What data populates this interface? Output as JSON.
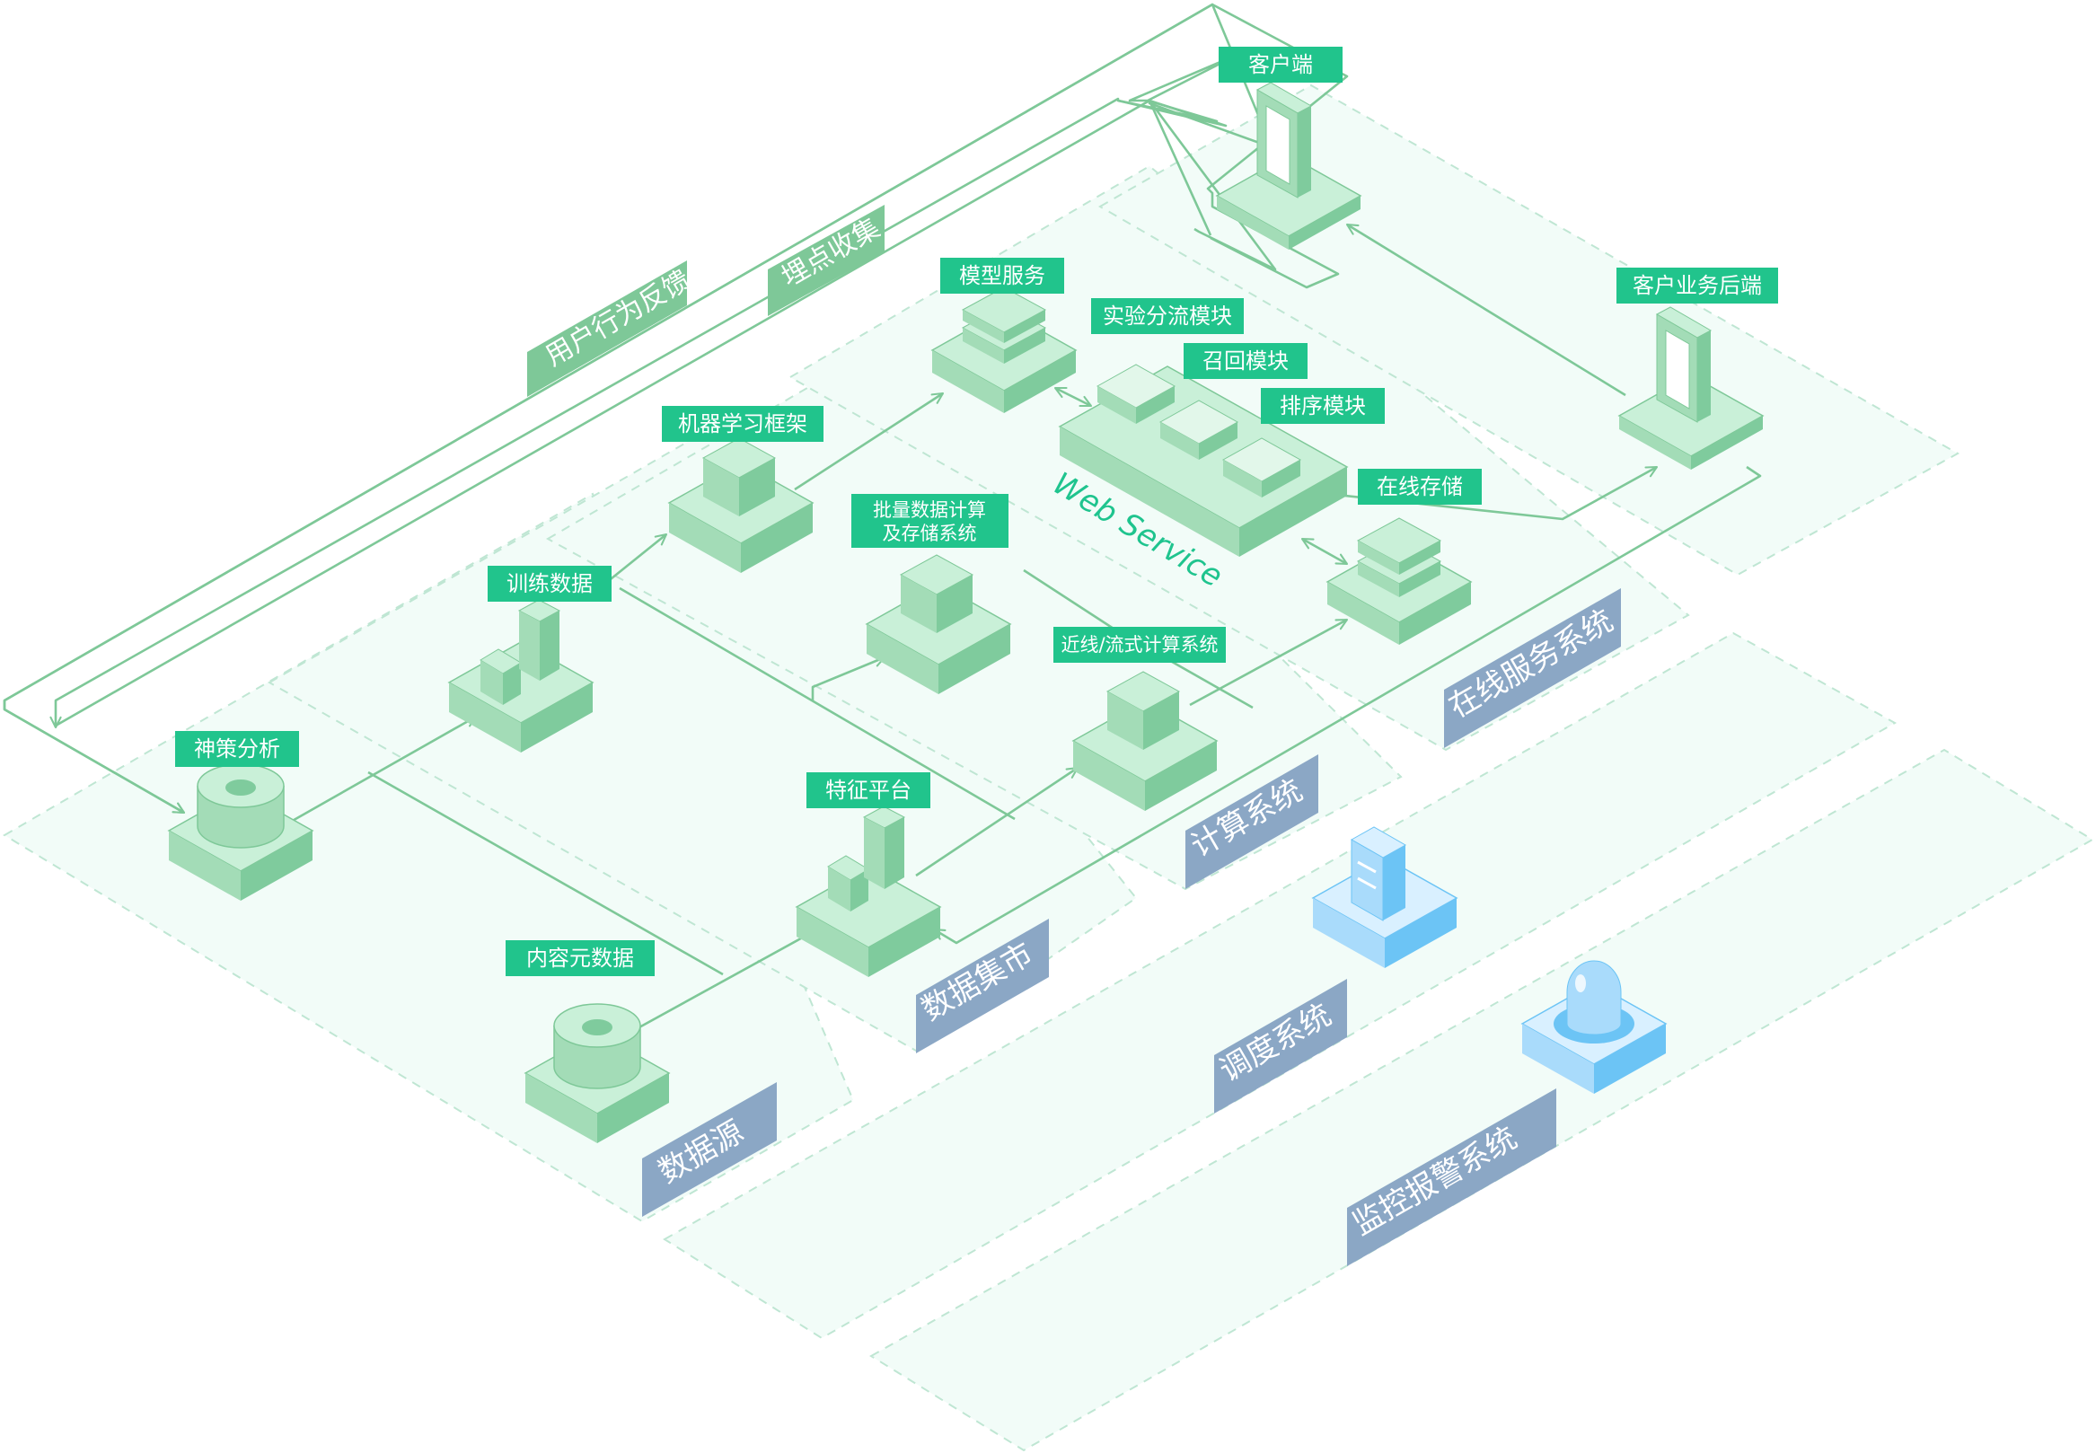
{
  "colors": {
    "line": "#7ec898",
    "zone_fill": "#f2fcf8",
    "zone_border": "#bfe6d3",
    "label_bg": "#21c48c",
    "system_label_bg": "#8ba7c5",
    "block_top": "#c9f0d8",
    "block_left": "#a3dcb7",
    "block_right": "#7fcb9d",
    "blue_top": "#d9f0ff",
    "blue_left": "#a9dbfb",
    "blue_right": "#6cc4f5"
  },
  "systems": {
    "data_source": "数据源",
    "data_mart": "数据集市",
    "compute": "计算系统",
    "online_service": "在线服务系统",
    "scheduler": "调度系统",
    "monitoring": "监控报警系统"
  },
  "flows": {
    "user_feedback": "用户行为反馈",
    "tracking": "埋点收集"
  },
  "nodes": {
    "shence": "神策分析",
    "training_data": "训练数据",
    "content_meta": "内容元数据",
    "feature_platform": "特征平台",
    "ml_framework": "机器学习框架",
    "batch_line1": "批量数据计算",
    "batch_line2": "及存储系统",
    "nearline": "近线/流式计算系统",
    "model_service": "模型服务",
    "ab_module": "实验分流模块",
    "recall_module": "召回模块",
    "rank_module": "排序模块",
    "online_storage": "在线存储",
    "web_service": "Web Service",
    "client": "客户端",
    "business_backend": "客户业务后端"
  }
}
